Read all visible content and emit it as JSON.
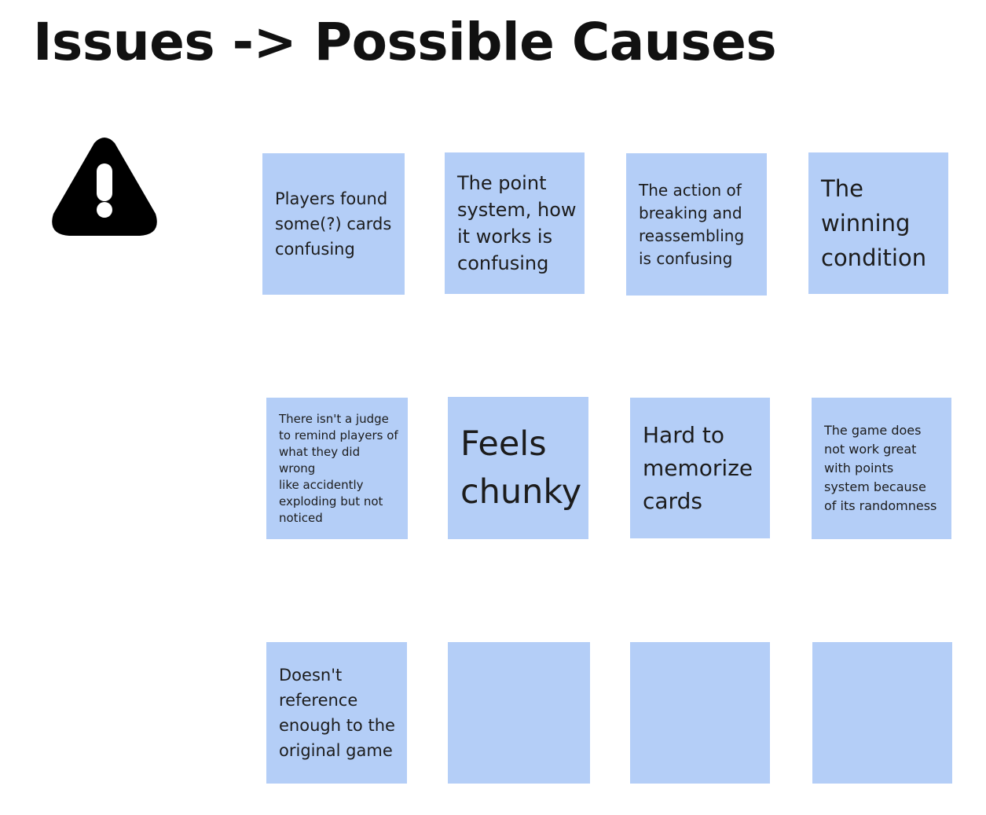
{
  "board": {
    "title": "Issues -> Possible Causes",
    "issue_icon": "warning-triangle-icon",
    "sticky_color": "#b4cef7"
  },
  "stickies": [
    {
      "text": "Players found\nsome(?) cards\nconfusing"
    },
    {
      "text": "The point\nsystem, how\nit works is\nconfusing"
    },
    {
      "text": "The action of\nbreaking and\nreassembling\nis confusing"
    },
    {
      "text": "The\nwinning\ncondition"
    },
    {
      "text": "There isn't a judge\nto remind players of\nwhat they did wrong\nlike accidently\nexploding but not\nnoticed"
    },
    {
      "text": "Feels\nchunky"
    },
    {
      "text": "Hard to\nmemorize\ncards"
    },
    {
      "text": "The game does\nnot work great\nwith points\nsystem because\nof its randomness"
    },
    {
      "text": "Doesn't\nreference\nenough to the\noriginal game"
    },
    {
      "text": ""
    },
    {
      "text": ""
    },
    {
      "text": ""
    }
  ]
}
